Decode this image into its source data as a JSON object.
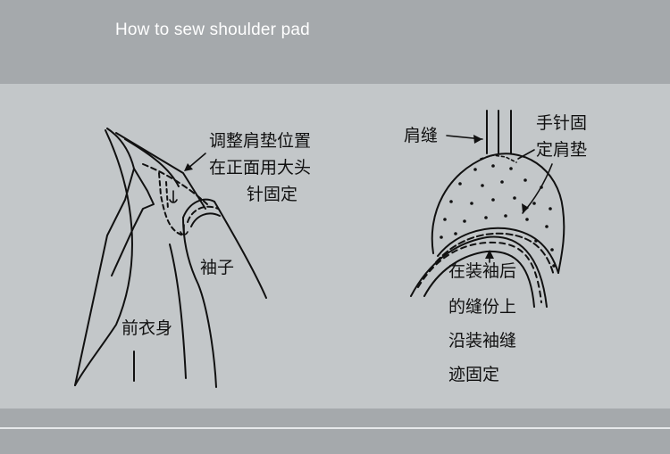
{
  "header": {
    "title": "How to sew shoulder pad"
  },
  "left_figure": {
    "note_line1": "调整肩垫位置",
    "note_line2": "在正面用大头",
    "note_line3": "针固定",
    "sleeve_label": "袖子",
    "front_body_label": "前衣身"
  },
  "right_figure": {
    "shoulder_seam_label": "肩缝",
    "hand_stitch_line1": "手针固",
    "hand_stitch_line2": "定肩垫",
    "armhole_line1": "在装袖后",
    "armhole_line2": "的缝份上",
    "armhole_line3": "沿装袖缝",
    "armhole_line4": "迹固定"
  },
  "colors": {
    "header": "#a5a9ac",
    "panel": "#c3c7c9",
    "ink": "#111111",
    "title": "#ffffff"
  }
}
